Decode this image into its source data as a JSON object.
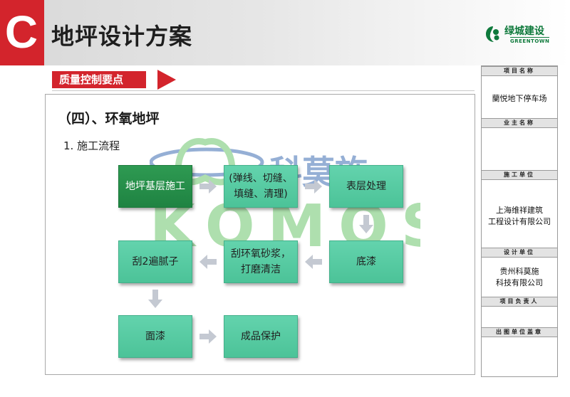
{
  "header": {
    "badge_letter": "C",
    "title": "地坪设计方案",
    "logo": {
      "name_cn": "绿城建设",
      "name_en": "GREENTOWN"
    }
  },
  "section_tag": "质量控制要点",
  "content": {
    "heading": "（四）、环氧地坪",
    "step_title": "1.  施工流程",
    "flow": [
      {
        "label": "地坪基层施工"
      },
      {
        "label_lines": [
          "(弹线、切缝、",
          "填缝、清理)"
        ]
      },
      {
        "label": "表层处理"
      },
      {
        "label": "底漆"
      },
      {
        "label_lines": [
          "刮环氧砂浆，",
          "打磨清洁"
        ]
      },
      {
        "label": "刮2遍腻子"
      },
      {
        "label": "面漆"
      },
      {
        "label": "成品保护"
      }
    ]
  },
  "watermark": {
    "cn": "科莫施",
    "en": "KOMOS"
  },
  "info_panel": {
    "project_name_label": "项目名称",
    "project_name": "蘭悦地下停车场",
    "owner_label": "业主名称",
    "owner": "",
    "builder_label": "施工单位",
    "builder_lines": [
      "上海维祥建筑",
      "工程设计有限公司"
    ],
    "designer_label": "设计单位",
    "designer_lines": [
      "贵州科莫施",
      "科技有限公司"
    ],
    "manager_label": "项目负责人",
    "seal_label": "出图单位盖章"
  },
  "colors": {
    "brand_red": "#d3242c",
    "flow_green": "#52c79e",
    "flow_dark_green": "#27904a",
    "arrow_grey": "#c4c9d2",
    "watermark_green": "#6cc66c",
    "watermark_blue": "#3f6fb3"
  }
}
